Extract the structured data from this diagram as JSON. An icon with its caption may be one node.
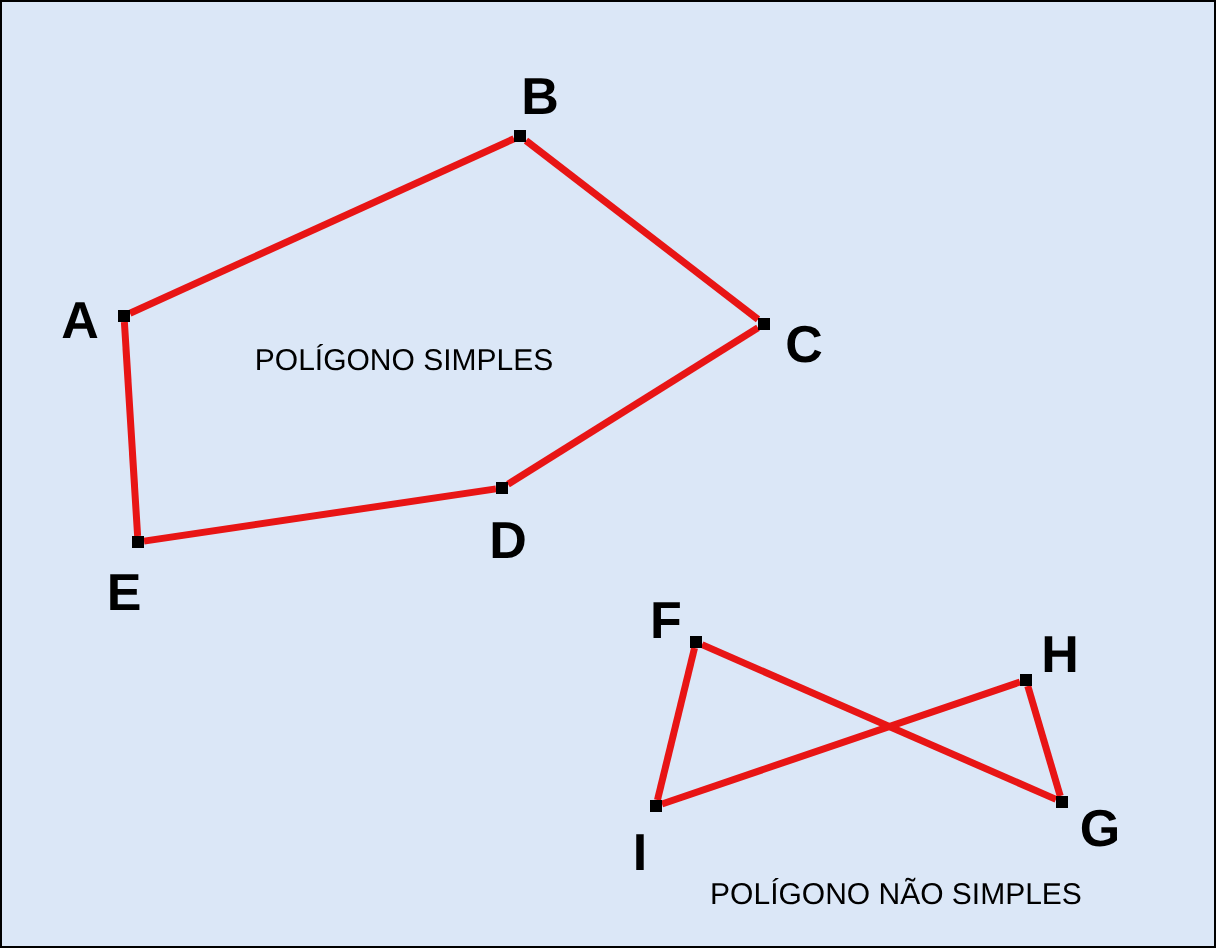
{
  "diagram": {
    "nodes": [
      {
        "text": [],
        "shape": "box",
        "beside": [
          "A"
        ]
      },
      {
        "text": [],
        "shape": "box",
        "beside": [
          "B"
        ]
      },
      {
        "text": [],
        "shape": "box",
        "beside": [
          "C"
        ]
      },
      {
        "text": [],
        "shape": "box",
        "beside": [
          "D"
        ]
      },
      {
        "text": [],
        "shape": "box",
        "beside": [
          "E"
        ]
      },
      {
        "text": [],
        "shape": "box",
        "beside": [
          "F"
        ]
      },
      {
        "text": [],
        "shape": "box",
        "beside": [
          "H"
        ]
      },
      {
        "text": [],
        "shape": "box",
        "beside": [
          "I"
        ]
      },
      {
        "text": [],
        "shape": "box",
        "beside": [
          "G"
        ]
      }
    ],
    "edges": [
      {
        "from": 0,
        "to": 1,
        "arrow": "none"
      },
      {
        "from": 1,
        "to": 2,
        "arrow": "none"
      },
      {
        "from": 2,
        "to": 3,
        "arrow": "none"
      },
      {
        "from": 3,
        "to": 4,
        "arrow": "none"
      },
      {
        "from": 4,
        "to": 0,
        "arrow": "none"
      },
      {
        "from": 5,
        "to": 8,
        "arrow": "none"
      },
      {
        "from": 8,
        "to": 6,
        "arrow": "none"
      },
      {
        "from": 6,
        "to": 7,
        "arrow": "none"
      },
      {
        "from": 7,
        "to": 5,
        "arrow": "none"
      }
    ],
    "labels": [
      "POLÍGONO SIMPLES",
      "POLÍGONO NÃO SIMPLES"
    ]
  }
}
